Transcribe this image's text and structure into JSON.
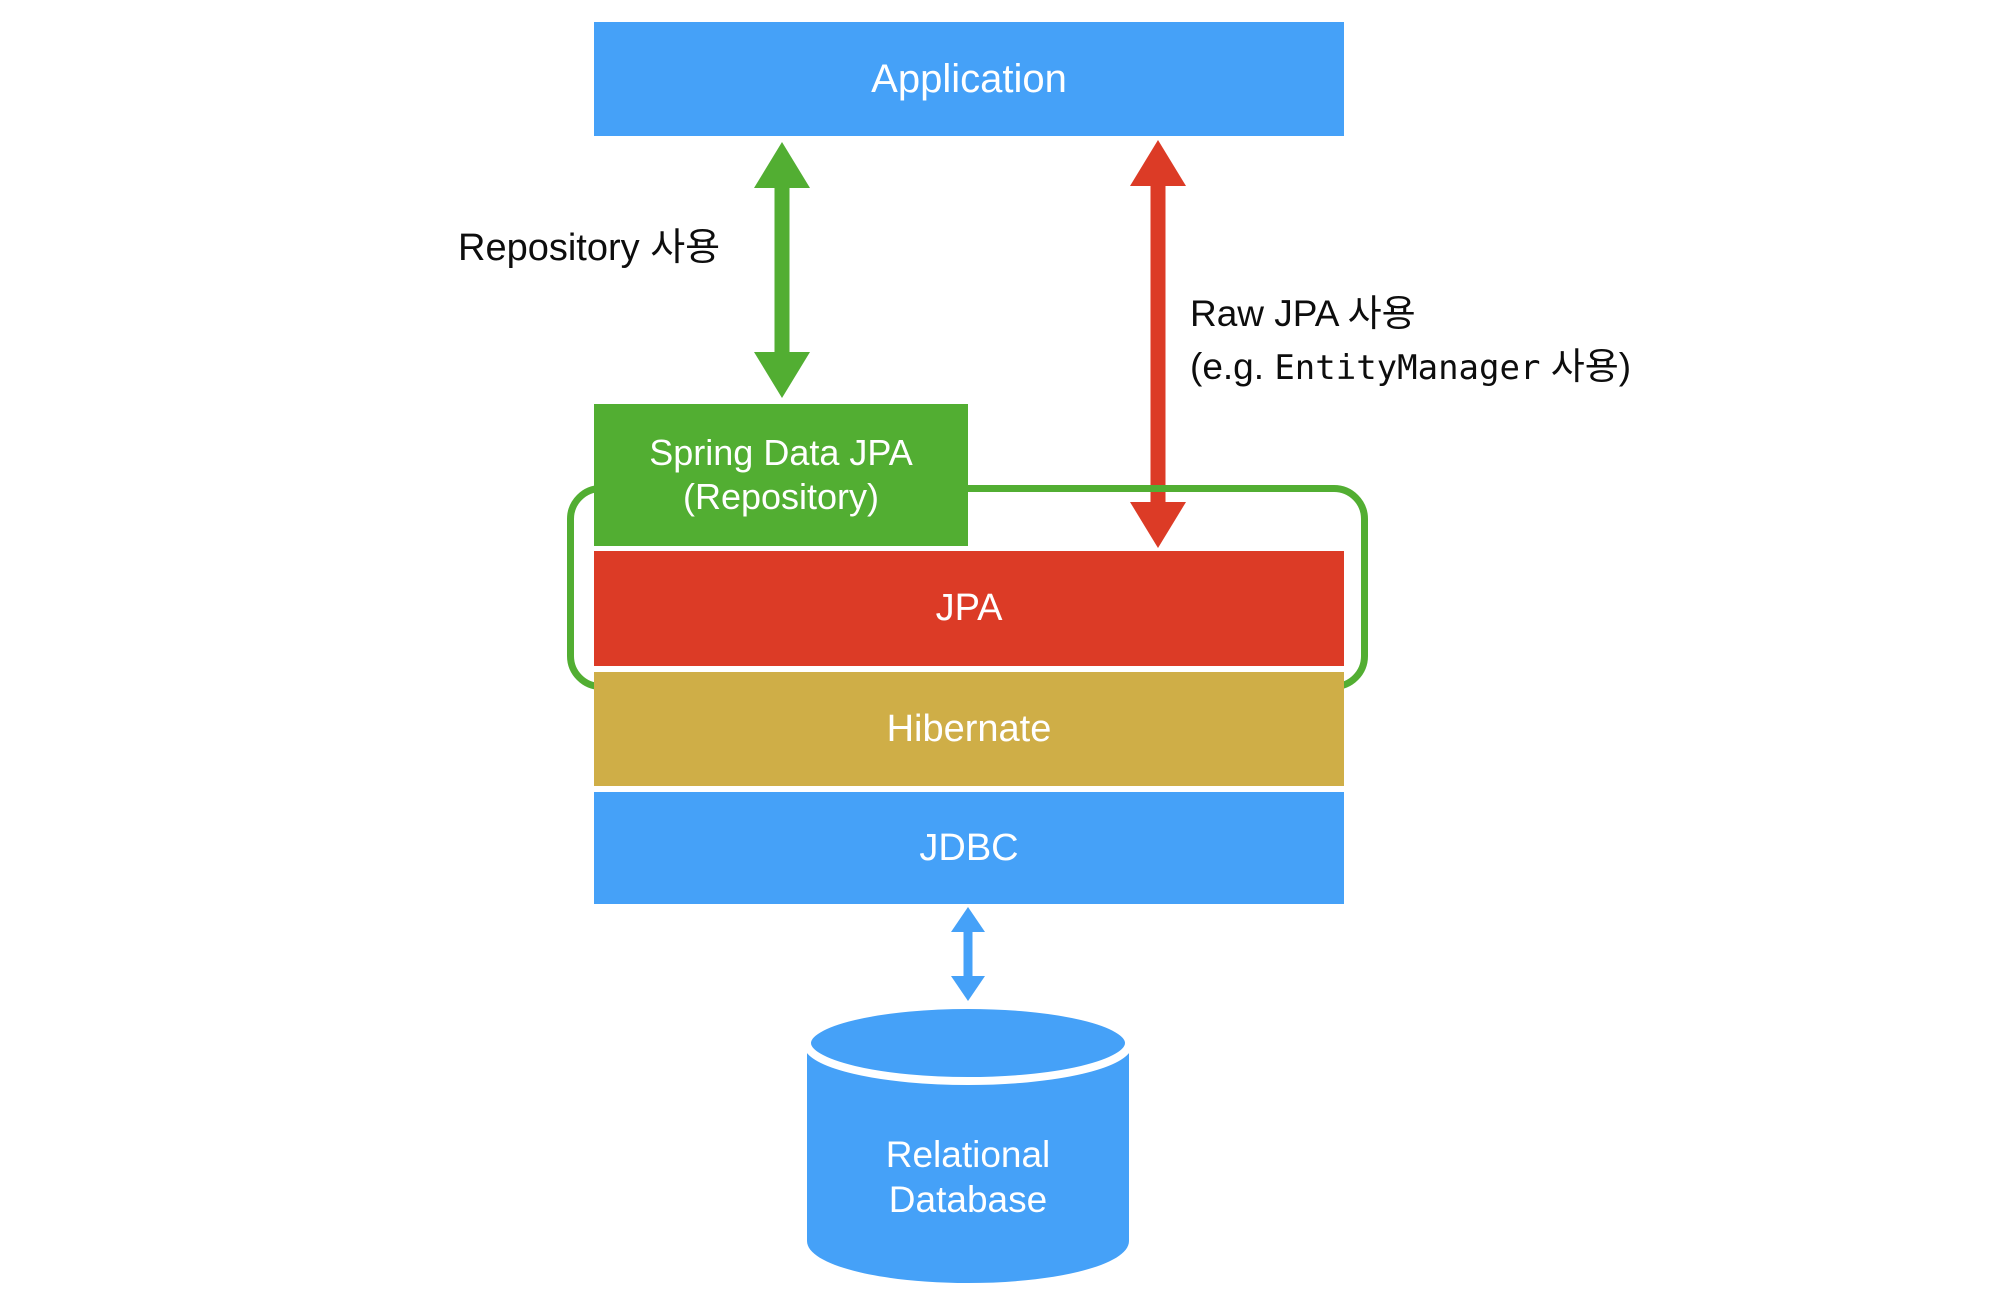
{
  "diagram": {
    "title": "Spring Data JPA / JPA / Hibernate / JDBC layering",
    "boxes": {
      "application": {
        "label": "Application",
        "color": "#45a1f8"
      },
      "spring_data_jpa": {
        "label": "Spring Data JPA\n(Repository)",
        "color": "#52ae32"
      },
      "jpa": {
        "label": "JPA",
        "color": "#dc3b26"
      },
      "hibernate": {
        "label": "Hibernate",
        "color": "#cfae47"
      },
      "jdbc": {
        "label": "JDBC",
        "color": "#45a1f8"
      },
      "database": {
        "label": "Relational\nDatabase",
        "color": "#45a1f8"
      }
    },
    "annotations": {
      "repository_usage": "Repository 사용",
      "raw_jpa_usage_line1": "Raw JPA 사용",
      "raw_jpa_usage_line2_prefix": "(e.g. ",
      "raw_jpa_usage_line2_mono": "EntityManager",
      "raw_jpa_usage_line2_suffix": " 사용)"
    },
    "arrows": {
      "repository": {
        "name": "green-double-arrow",
        "color": "#52ae32",
        "from": "Application",
        "to": "Spring Data JPA (Repository)"
      },
      "raw_jpa": {
        "name": "red-double-arrow",
        "color": "#dc3b26",
        "from": "Application",
        "to": "JPA"
      },
      "jdbc_database": {
        "name": "blue-double-arrow",
        "color": "#45a1f8",
        "from": "JDBC",
        "to": "Relational Database"
      }
    },
    "grouping": {
      "name": "spring-data-jpa-group-outline",
      "color": "#52ae32"
    }
  }
}
